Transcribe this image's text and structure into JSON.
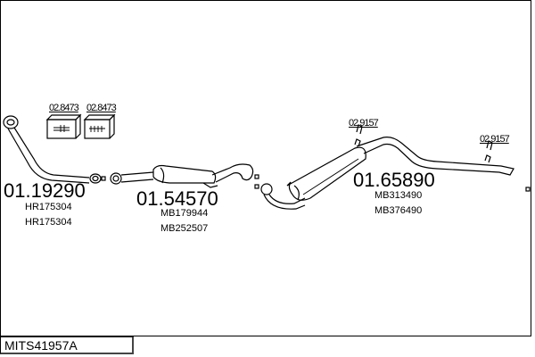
{
  "diagram_code": "MITS41957A",
  "accessories": [
    {
      "number": "02.8473"
    },
    {
      "number": "02.8473"
    },
    {
      "number": "02.9157"
    },
    {
      "number": "02.9157"
    }
  ],
  "parts": [
    {
      "number": "01.19290",
      "oem": [
        "HR175304",
        "HR175304"
      ]
    },
    {
      "number": "01.54570",
      "oem": [
        "MB179944",
        "MB252507"
      ]
    },
    {
      "number": "01.65890",
      "oem": [
        "MB313490",
        "MB376490"
      ]
    }
  ],
  "colors": {
    "line": "#000000",
    "background": "#ffffff"
  }
}
